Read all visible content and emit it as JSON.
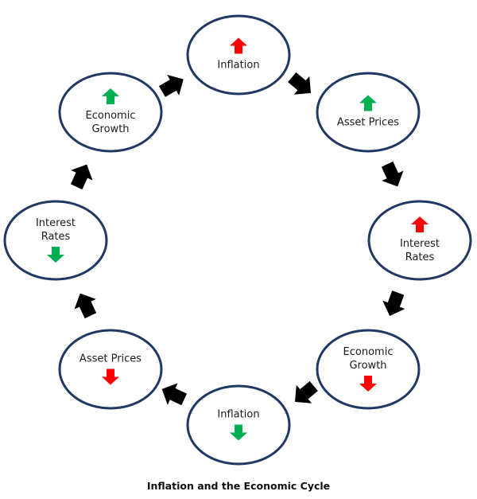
{
  "colors": {
    "node_stroke": "#1f3864",
    "up": "#ff0000",
    "up_green": "#00b050",
    "down_red": "#ff0000",
    "down_green": "#00b050",
    "connector": "#000000"
  },
  "nodes": [
    {
      "id": "inflation-top",
      "lines": [
        "Inflation"
      ],
      "direction": "up",
      "arrow_color": "#ff0000"
    },
    {
      "id": "asset-prices-right",
      "lines": [
        "Asset Prices"
      ],
      "direction": "up",
      "arrow_color": "#00b050"
    },
    {
      "id": "interest-rates-right",
      "lines": [
        "Interest",
        "Rates"
      ],
      "direction": "up",
      "arrow_color": "#ff0000"
    },
    {
      "id": "economic-growth-bottom-right",
      "lines": [
        "Economic",
        "Growth"
      ],
      "direction": "down",
      "arrow_color": "#ff0000"
    },
    {
      "id": "inflation-bottom",
      "lines": [
        "Inflation"
      ],
      "direction": "down",
      "arrow_color": "#00b050"
    },
    {
      "id": "asset-prices-left",
      "lines": [
        "Asset Prices"
      ],
      "direction": "down",
      "arrow_color": "#ff0000"
    },
    {
      "id": "interest-rates-left",
      "lines": [
        "Interest",
        "Rates"
      ],
      "direction": "down",
      "arrow_color": "#00b050"
    },
    {
      "id": "economic-growth-top-left",
      "lines": [
        "Economic",
        "Growth"
      ],
      "direction": "up",
      "arrow_color": "#00b050"
    }
  ],
  "caption": "Inflation and the Economic Cycle"
}
